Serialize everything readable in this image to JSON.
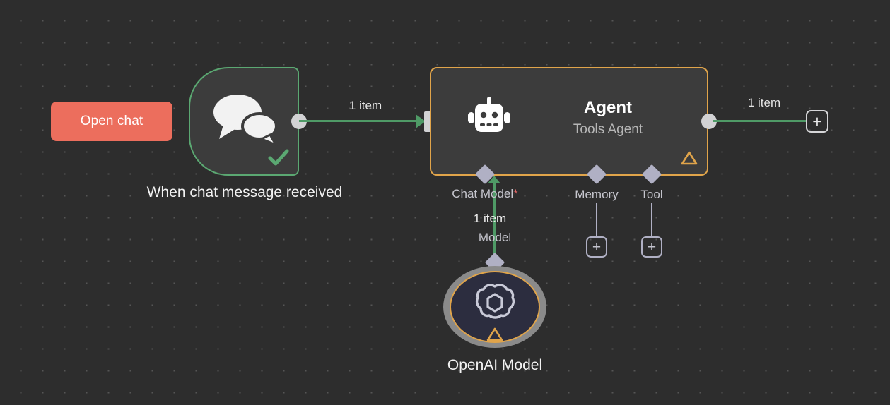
{
  "canvas": {
    "background_color": "#2d2d2d",
    "grid_dot_color": "#555555"
  },
  "open_chat_button": {
    "label": "Open chat",
    "color": "#ec6e5d",
    "text_color": "#ffffff",
    "icon": "none"
  },
  "nodes": [
    {
      "id": "trigger",
      "name": "When chat message received",
      "icon": "chat-bubbles-icon",
      "border_color": "#5ba872",
      "status_icon": "check-icon",
      "status_color": "#5ba872"
    },
    {
      "id": "agent",
      "title": "Agent",
      "subtitle": "Tools Agent",
      "icon": "robot-icon",
      "border_color": "#e0a44a",
      "status_icon": "warning-triangle-icon",
      "status_color": "#e0a44a"
    },
    {
      "id": "openai",
      "name": "OpenAI Model",
      "icon": "openai-logo-icon",
      "ring_color": "#8a8a8a",
      "border_color": "#e0a44a",
      "status_icon": "warning-triangle-icon",
      "status_color": "#e0a44a"
    }
  ],
  "connections": [
    {
      "id": "trigger-to-agent",
      "label": "1 item",
      "color": "#4f9a66"
    },
    {
      "id": "agent-to-next",
      "label": "1 item",
      "color": "#4f9a66"
    },
    {
      "id": "model-to-agent",
      "count_label": "1 item",
      "type_label": "Model",
      "color": "#4f9a66"
    }
  ],
  "agent_ports": [
    {
      "id": "chat-model",
      "label": "Chat Model",
      "required_marker": "*",
      "required_color": "#e56666",
      "connected": true
    },
    {
      "id": "memory",
      "label": "Memory",
      "required_marker": "",
      "connected": false,
      "add_label": "+"
    },
    {
      "id": "tool",
      "label": "Tool",
      "required_marker": "",
      "connected": false,
      "add_label": "+"
    }
  ],
  "add_buttons": {
    "main_output": "+",
    "memory": "+",
    "tool": "+"
  }
}
